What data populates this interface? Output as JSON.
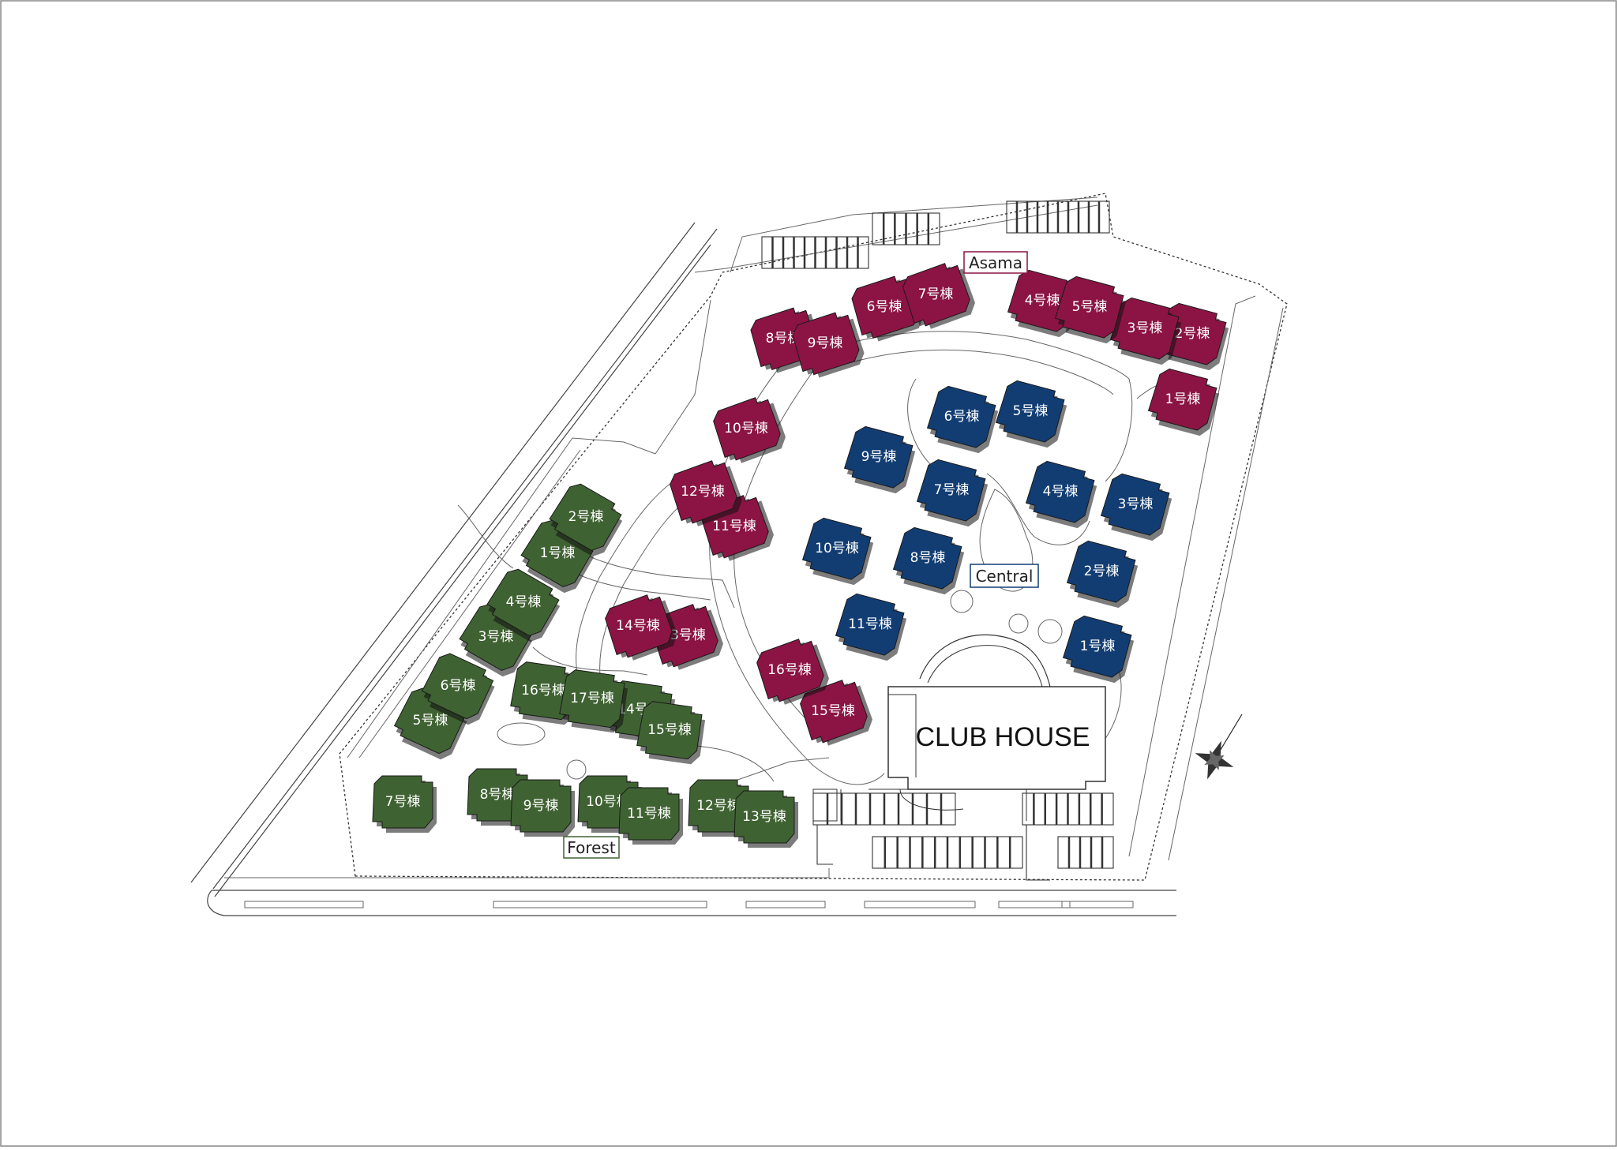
{
  "colors": {
    "asama": "#8b1444",
    "central": "#123d73",
    "forest": "#3f6232",
    "building_label": "#ffffff",
    "line": "#444444"
  },
  "zones": {
    "asama": {
      "label": "Asama"
    },
    "central": {
      "label": "Central"
    },
    "forest": {
      "label": "Forest"
    }
  },
  "club_house": {
    "label": "CLUB HOUSE"
  },
  "compass": {
    "icon": "compass-rose-icon"
  },
  "buildings": {
    "asama": [
      {
        "id": "1",
        "label": "1号棟"
      },
      {
        "id": "2",
        "label": "2号棟"
      },
      {
        "id": "3",
        "label": "3号棟"
      },
      {
        "id": "4",
        "label": "4号棟"
      },
      {
        "id": "5",
        "label": "5号棟"
      },
      {
        "id": "6",
        "label": "6号棟"
      },
      {
        "id": "7",
        "label": "7号棟"
      },
      {
        "id": "8",
        "label": "8号棟"
      },
      {
        "id": "9",
        "label": "9号棟"
      },
      {
        "id": "10",
        "label": "10号棟"
      },
      {
        "id": "11",
        "label": "11号棟"
      },
      {
        "id": "12",
        "label": "12号棟"
      },
      {
        "id": "13",
        "label": "13号棟"
      },
      {
        "id": "14",
        "label": "14号棟"
      },
      {
        "id": "15",
        "label": "15号棟"
      },
      {
        "id": "16",
        "label": "16号棟"
      }
    ],
    "central": [
      {
        "id": "1",
        "label": "1号棟"
      },
      {
        "id": "2",
        "label": "2号棟"
      },
      {
        "id": "3",
        "label": "3号棟"
      },
      {
        "id": "4",
        "label": "4号棟"
      },
      {
        "id": "5",
        "label": "5号棟"
      },
      {
        "id": "6",
        "label": "6号棟"
      },
      {
        "id": "7",
        "label": "7号棟"
      },
      {
        "id": "8",
        "label": "8号棟"
      },
      {
        "id": "9",
        "label": "9号棟"
      },
      {
        "id": "10",
        "label": "10号棟"
      },
      {
        "id": "11",
        "label": "11号棟"
      }
    ],
    "forest": [
      {
        "id": "1",
        "label": "1号棟"
      },
      {
        "id": "2",
        "label": "2号棟"
      },
      {
        "id": "3",
        "label": "3号棟"
      },
      {
        "id": "4",
        "label": "4号棟"
      },
      {
        "id": "5",
        "label": "5号棟"
      },
      {
        "id": "6",
        "label": "6号棟"
      },
      {
        "id": "7",
        "label": "7号棟"
      },
      {
        "id": "8",
        "label": "8号棟"
      },
      {
        "id": "9",
        "label": "9号棟"
      },
      {
        "id": "10",
        "label": "10号棟"
      },
      {
        "id": "11",
        "label": "11号棟"
      },
      {
        "id": "12",
        "label": "12号棟"
      },
      {
        "id": "13",
        "label": "13号棟"
      },
      {
        "id": "14",
        "label": "14号棟"
      },
      {
        "id": "15",
        "label": "15号棟"
      },
      {
        "id": "16",
        "label": "16号棟"
      },
      {
        "id": "17",
        "label": "17号棟"
      }
    ]
  }
}
